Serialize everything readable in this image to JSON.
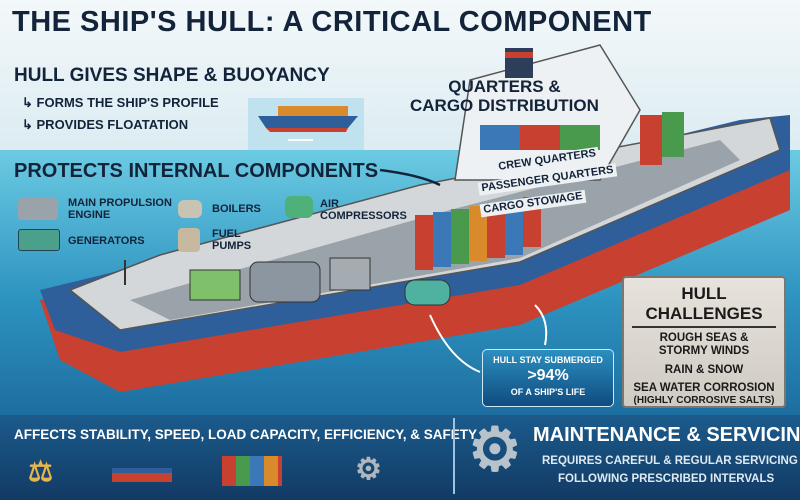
{
  "title": "THE SHIP'S HULL: A CRITICAL COMPONENT",
  "shape_section": {
    "heading": "HULL GIVES SHAPE & BUOYANCY",
    "points": [
      "FORMS THE SHIP'S PROFILE",
      "PROVIDES FLOATATION"
    ]
  },
  "quarters_label": [
    "QUARTERS &",
    "CARGO DISTRIBUTION"
  ],
  "deck_labels": [
    "CREW QUARTERS",
    "PASSENGER QUARTERS",
    "CARGO STOWAGE"
  ],
  "protect_section": {
    "heading": "PROTECTS INTERNAL COMPONENTS",
    "components": [
      {
        "label": "MAIN PROPULSION ENGINE",
        "icon": "engine-icon"
      },
      {
        "label": "BOILERS",
        "icon": "boiler-icon"
      },
      {
        "label": "AIR COMPRESSORS",
        "icon": "compressor-icon"
      },
      {
        "label": "GENERATORS",
        "icon": "generator-icon"
      },
      {
        "label": "FUEL PUMPS",
        "icon": "fuel-pump-icon"
      }
    ]
  },
  "submerged": {
    "line1": "HULL STAY SUBMERGED",
    "value": ">94%",
    "line2": "OF A SHIP'S LIFE"
  },
  "challenges": {
    "heading": "HULL CHALLENGES",
    "items": [
      "ROUGH SEAS & STORMY WINDS",
      "RAIN & SNOW",
      "SEA WATER CORROSION",
      "(HIGHLY CORROSIVE SALTS)"
    ]
  },
  "affects": "AFFECTS STABILITY, SPEED, LOAD CAPACITY, EFFICIENCY, & SAFETY",
  "maintenance": {
    "heading": "MAINTENANCE & SERVICING",
    "lines": [
      "REQUIRES CAREFUL & REGULAR SERVICING",
      "FOLLOWING PRESCRIBED INTERVALS"
    ]
  },
  "colors": {
    "navy": "#13233a",
    "hull_red": "#c8402f",
    "hull_blue": "#2f5f9a",
    "sea": "#2d93c0"
  }
}
